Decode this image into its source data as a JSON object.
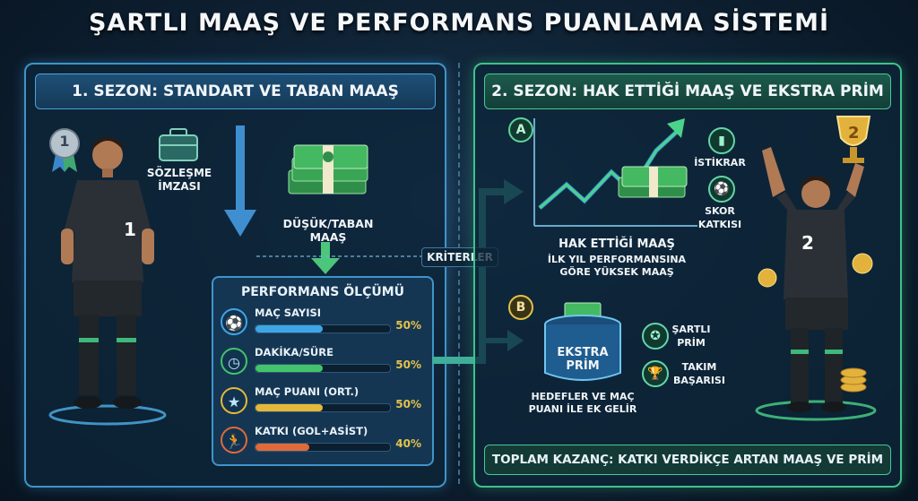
{
  "title": "ŞARTLI MAAŞ VE PERFORMANS PUANLAMA SİSTEMİ",
  "left_panel": {
    "header": "1. SEZON: STANDART VE TABAN MAAŞ",
    "medal_number": "1",
    "player_number": "1",
    "contract_label": "SÖZLEŞME\nİMZASI",
    "base_salary_label": "DÜŞÜK/TABAN MAAŞ",
    "performance": {
      "title": "PERFORMANS ÖLÇÜMÜ",
      "rows": [
        {
          "label": "MAÇ SAYISI",
          "percent": "50%",
          "value": 50,
          "color": "#3fa6e6",
          "icon": "soccer-ball-icon"
        },
        {
          "label": "DAKİKA/SÜRE",
          "percent": "50%",
          "value": 50,
          "color": "#43c46a",
          "icon": "clock-icon"
        },
        {
          "label": "MAÇ PUANI (ORT.)",
          "percent": "50%",
          "value": 50,
          "color": "#e6b83a",
          "icon": "star-icon"
        },
        {
          "label": "KATKI (GOL+ASİST)",
          "percent": "40%",
          "value": 40,
          "color": "#e06a3a",
          "icon": "kicking-player-icon"
        }
      ]
    }
  },
  "criteria_label": "KRİTERLER",
  "right_panel": {
    "header": "2. SEZON: HAK ETTİĞİ MAAŞ VE EKSTRA PRİM",
    "badge_a": "A",
    "badge_b": "B",
    "earned_salary_title": "HAK ETTİĞİ MAAŞ",
    "earned_salary_desc": "İLK YIL PERFORMANSINA\nGÖRE YÜKSEK MAAŞ",
    "stability_label": "İSTİKRAR",
    "score_label": "SKOR\nKATKISI",
    "extra_bonus_label": "EKSTRA\nPRİM",
    "bonus_desc": "HEDEFLER VE MAÇ\nPUANI İLE EK GELİR",
    "conditional_label": "ŞARTLI\nPRİM",
    "team_success_label": "TAKIM\nBAŞARISI",
    "trophy_number": "2",
    "player_number": "2",
    "total": "TOPLAM KAZANÇ: KATKI VERDİKÇE ARTAN MAAŞ VE PRİM"
  }
}
